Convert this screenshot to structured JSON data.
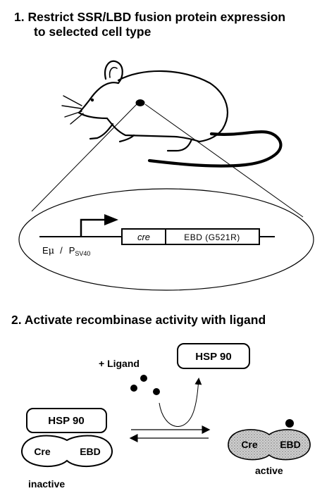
{
  "step1": {
    "title_line1": "1. Restrict SSR/LBD fusion protein expression",
    "title_line2": "to selected cell type"
  },
  "construct": {
    "promoter_e": "E",
    "promoter_mu": "μ",
    "promoter_sep": "/",
    "promoter_p": "P",
    "promoter_sub": "SV40",
    "gene_cre": "cre",
    "gene_ebd": "EBD (G521R)"
  },
  "step2": {
    "title": "2. Activate recombinase activity with ligand",
    "ligand_label": "+ Ligand",
    "hsp_label": "HSP 90",
    "cre_label": "Cre",
    "ebd_label": "EBD",
    "inactive_label": "inactive",
    "active_label": "active"
  },
  "colors": {
    "ink": "#000000",
    "active_fill": "#c8c8c8",
    "background": "#ffffff"
  }
}
